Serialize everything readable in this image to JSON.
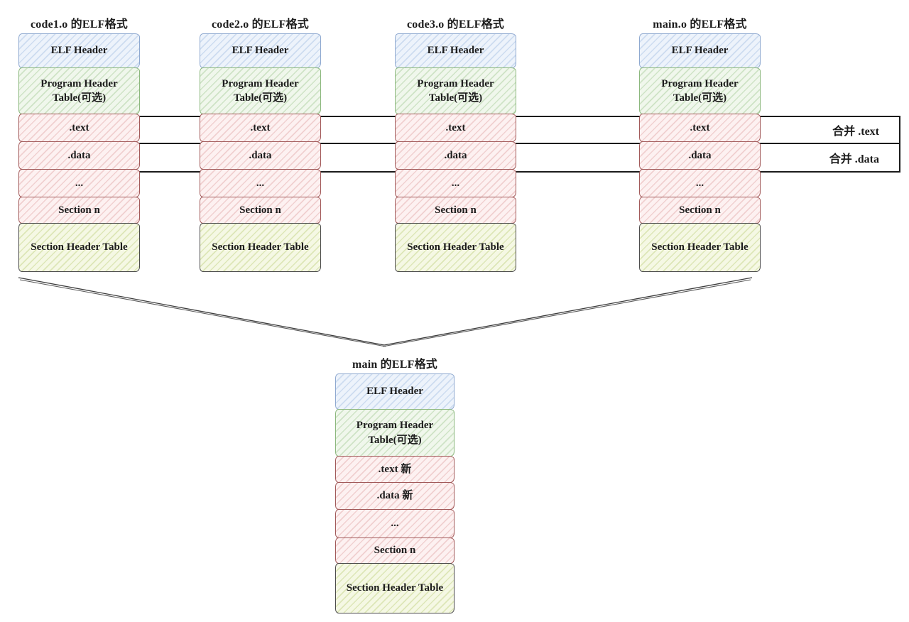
{
  "colors": {
    "elf_header_border": "#8fa9d0",
    "elf_header_fill": "#edf3fb",
    "program_header_border": "#8cb87e",
    "program_header_fill": "#f0f7ec",
    "section_border": "#a25a5a",
    "section_fill": "#fdf1f1",
    "section_header_table_fill": "#f5f8e4",
    "band_border": "#1b1b1b",
    "line_color": "#3d3d3d"
  },
  "columns": {
    "code1_o": {
      "title": "code1.o 的ELF格式",
      "rows": {
        "elf_header": "ELF Header",
        "program_header_table": "Program Header Table(可选)",
        "text": ".text",
        "data": ".data",
        "ellipsis": "...",
        "section_n": "Section n",
        "section_header_table": "Section Header Table"
      }
    },
    "code2_o": {
      "title": "code2.o 的ELF格式",
      "rows": {
        "elf_header": "ELF Header",
        "program_header_table": "Program Header Table(可选)",
        "text": ".text",
        "data": ".data",
        "ellipsis": "...",
        "section_n": "Section n",
        "section_header_table": "Section Header Table"
      }
    },
    "code3_o": {
      "title": "code3.o 的ELF格式",
      "rows": {
        "elf_header": "ELF Header",
        "program_header_table": "Program Header Table(可选)",
        "text": ".text",
        "data": ".data",
        "ellipsis": "...",
        "section_n": "Section n",
        "section_header_table": "Section Header Table"
      }
    },
    "main_o": {
      "title": "main.o 的ELF格式",
      "rows": {
        "elf_header": "ELF Header",
        "program_header_table": "Program Header Table(可选)",
        "text": ".text",
        "data": ".data",
        "ellipsis": "...",
        "section_n": "Section n",
        "section_header_table": "Section Header Table"
      }
    },
    "main_merged": {
      "title": "main 的ELF格式",
      "rows": {
        "elf_header": "ELF Header",
        "program_header_table": "Program Header Table(可选)",
        "text": ".text 新",
        "data": ".data 新",
        "ellipsis": "...",
        "section_n": "Section n",
        "section_header_table": "Section Header Table"
      }
    }
  },
  "bands": {
    "merge_text": "合并 .text",
    "merge_data": "合并 .data"
  }
}
